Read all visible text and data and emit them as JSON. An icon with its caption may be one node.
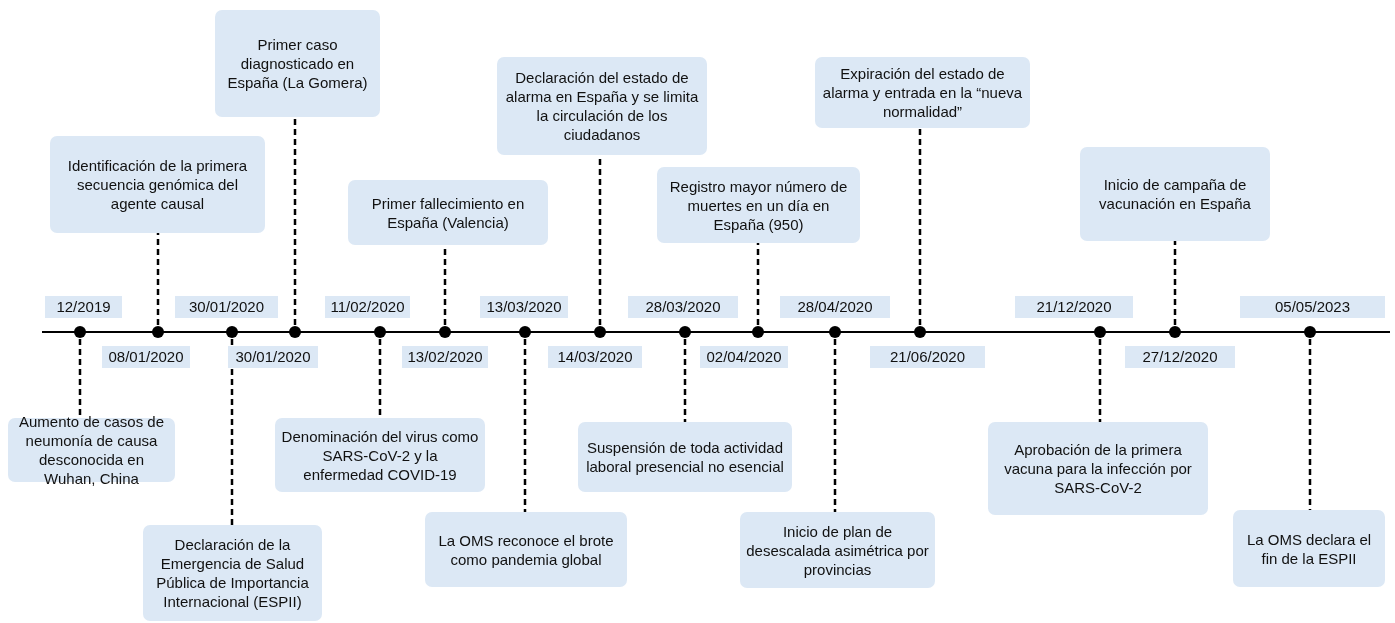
{
  "diagram": {
    "nodes": [
      {
        "text": [],
        "shape": "circle",
        "beside": [
          "12/2019"
        ]
      },
      {
        "text": [
          "Aumento de casos de neumonía de causa desconocida en Wuhan, China"
        ]
      },
      {
        "text": [],
        "shape": "circle",
        "beside": [
          "08/01/2020"
        ]
      },
      {
        "text": [
          "Identificación de la primera secuencia genómica del agente causal"
        ]
      },
      {
        "text": [],
        "shape": "circle",
        "beside": [
          "30/01/2020"
        ]
      },
      {
        "text": [
          "Declaración de la Emergencia de Salud Pública de Importancia Internacional (ESPII)"
        ]
      },
      {
        "text": [],
        "shape": "circle",
        "beside": [
          "30/01/2020"
        ]
      },
      {
        "text": [
          "Primer caso diagnosticado en España (La Gomera)"
        ]
      },
      {
        "text": [],
        "shape": "circle",
        "beside": [
          "11/02/2020"
        ]
      },
      {
        "text": [
          "Denominación del virus como SARS-CoV-2 y la enfermedad COVID-19"
        ]
      },
      {
        "text": [],
        "shape": "circle",
        "beside": [
          "13/02/2020"
        ]
      },
      {
        "text": [
          "Primer fallecimiento en España (Valencia)"
        ]
      },
      {
        "text": [],
        "shape": "circle",
        "beside": [
          "13/03/2020"
        ]
      },
      {
        "text": [
          "La OMS reconoce el brote como pandemia global"
        ]
      },
      {
        "text": [],
        "shape": "circle",
        "beside": [
          "14/03/2020"
        ]
      },
      {
        "text": [
          "Declaración del estado de alarma en España y se limita la circulación de los ciudadanos"
        ]
      },
      {
        "text": [],
        "shape": "circle",
        "beside": [
          "28/03/2020"
        ]
      },
      {
        "text": [
          "Suspensión de toda actividad laboral presencial no esencial"
        ]
      },
      {
        "text": [],
        "shape": "circle",
        "beside": [
          "02/04/2020"
        ]
      },
      {
        "text": [
          "Registro mayor número de muertes en un día en España (950)"
        ]
      },
      {
        "text": [],
        "shape": "circle",
        "beside": [
          "28/04/2020"
        ]
      },
      {
        "text": [
          "Inicio de plan de desescalada asimétrica por provincias"
        ]
      },
      {
        "text": [],
        "shape": "circle",
        "beside": [
          "21/06/2020"
        ]
      },
      {
        "text": [
          "Expiración del estado de alarma y entrada en la “nueva normalidad”"
        ]
      },
      {
        "text": [],
        "shape": "circle",
        "beside": [
          "21/12/2020"
        ]
      },
      {
        "text": [
          "Aprobación de la primera vacuna para la infección por SARS-CoV-2"
        ]
      },
      {
        "text": [],
        "shape": "circle",
        "beside": [
          "27/12/2020"
        ]
      },
      {
        "text": [
          "Inicio de campaña de vacunación en España"
        ]
      },
      {
        "text": [],
        "shape": "circle",
        "beside": [
          "05/05/2023"
        ]
      },
      {
        "text": [
          "La OMS declara el fin de la ESPII"
        ]
      }
    ],
    "edges": [
      {
        "from": 0,
        "to": 1,
        "arrow": "none",
        "style": "dashed"
      },
      {
        "from": 2,
        "to": 3,
        "arrow": "none",
        "style": "dashed"
      },
      {
        "from": 4,
        "to": 5,
        "arrow": "none",
        "style": "dashed"
      },
      {
        "from": 6,
        "to": 7,
        "arrow": "none",
        "style": "dashed"
      },
      {
        "from": 8,
        "to": 9,
        "arrow": "none",
        "style": "dashed"
      },
      {
        "from": 10,
        "to": 11,
        "arrow": "none",
        "style": "dashed"
      },
      {
        "from": 12,
        "to": 13,
        "arrow": "none",
        "style": "dashed"
      },
      {
        "from": 14,
        "to": 15,
        "arrow": "none",
        "style": "dashed"
      },
      {
        "from": 16,
        "to": 17,
        "arrow": "none",
        "style": "dashed"
      },
      {
        "from": 18,
        "to": 19,
        "arrow": "none",
        "style": "dashed"
      },
      {
        "from": 20,
        "to": 21,
        "arrow": "none",
        "style": "dashed"
      },
      {
        "from": 22,
        "to": 23,
        "arrow": "none",
        "style": "dashed"
      },
      {
        "from": 24,
        "to": 25,
        "arrow": "none",
        "style": "dashed"
      },
      {
        "from": 26,
        "to": 27,
        "arrow": "none",
        "style": "dashed"
      },
      {
        "from": 28,
        "to": 29,
        "arrow": "none",
        "style": "dashed"
      }
    ]
  }
}
